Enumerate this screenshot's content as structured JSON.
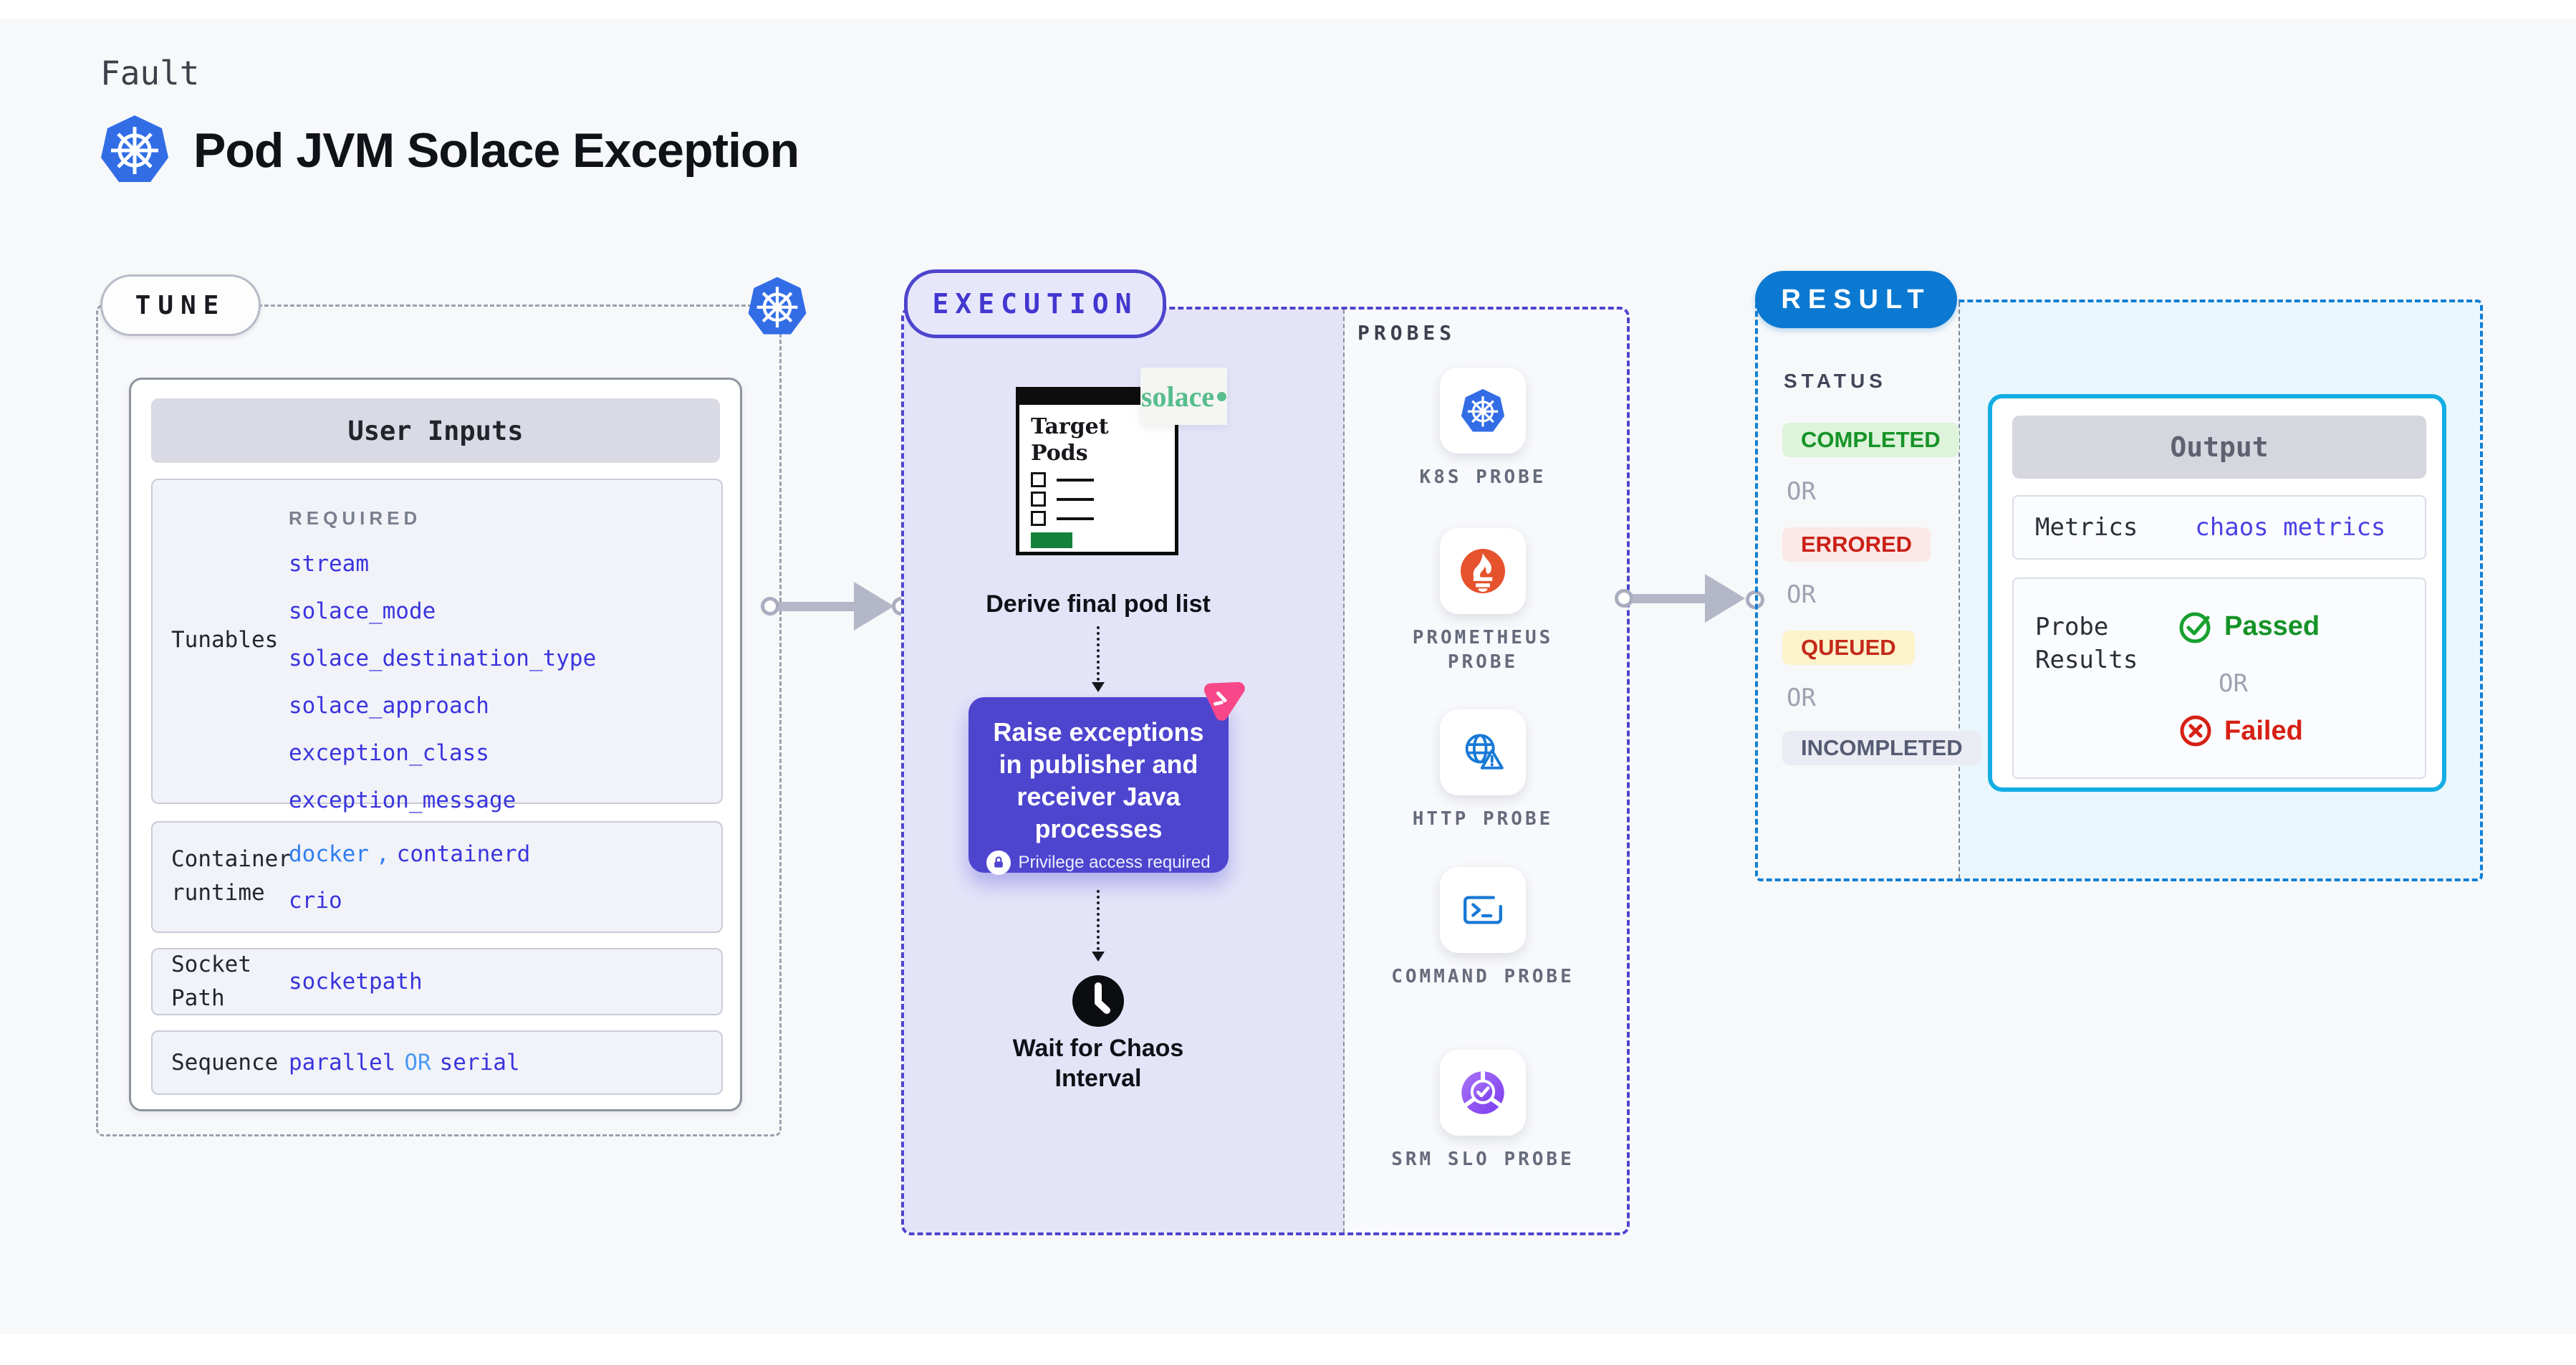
{
  "header": {
    "eyebrow": "Fault",
    "title": "Pod JVM Solace Exception"
  },
  "tune": {
    "pill": "TUNE",
    "card_title": "User Inputs",
    "tunables": {
      "label": "Tunables",
      "tag": "REQUIRED",
      "values": [
        "stream",
        "solace_mode",
        "solace_destination_type",
        "solace_approach",
        "exception_class",
        "exception_message"
      ]
    },
    "container": {
      "label": "Container runtime",
      "v1": "docker",
      "sep": ",",
      "v2": "containerd",
      "v3": "crio"
    },
    "socket": {
      "label": "Socket Path",
      "value": "socketpath"
    },
    "sequence": {
      "label": "Sequence",
      "v1": "parallel",
      "or": "OR",
      "v2": "serial"
    }
  },
  "execution": {
    "pill": "EXECUTION",
    "probes_label": "PROBES",
    "target_title": "Target Pods",
    "solace": "solace",
    "derive": "Derive final pod list",
    "action": "Raise exceptions in publisher and receiver Java processes",
    "privilege": "Privilege access required",
    "wait": "Wait for Chaos Interval",
    "probes": [
      {
        "name": "K8S PROBE",
        "icon": "kubernetes-icon"
      },
      {
        "name": "PROMETHEUS PROBE",
        "icon": "prometheus-icon"
      },
      {
        "name": "HTTP PROBE",
        "icon": "http-globe-warning-icon"
      },
      {
        "name": "COMMAND PROBE",
        "icon": "terminal-icon"
      },
      {
        "name": "SRM SLO PROBE",
        "icon": "srm-slo-check-icon"
      }
    ]
  },
  "result": {
    "pill": "RESULT",
    "status_label": "STATUS",
    "or": "OR",
    "statuses": [
      {
        "text": "COMPLETED",
        "type": "success"
      },
      {
        "text": "ERRORED",
        "type": "error"
      },
      {
        "text": "QUEUED",
        "type": "warning"
      },
      {
        "text": "INCOMPLETED",
        "type": "neutral"
      }
    ],
    "output": {
      "title": "Output",
      "metrics_label": "Metrics",
      "metrics_value": "chaos metrics",
      "probe_label": "Probe Results",
      "passed": "Passed",
      "failed": "Failed"
    }
  },
  "colors": {
    "page_bg": "#f7f8fa",
    "indigo_accent": "#4d45cd",
    "blue_accent": "#0b79d1",
    "cyan_border": "#13ade3",
    "value_indigo": "#3a34dd",
    "value_lightblue": "#2e7ef0",
    "green_pass": "#169327",
    "red_fail": "#d62014",
    "solace_green": "#56bd8c",
    "k8s_blue": "#326de6",
    "prometheus_orange": "#e6522c",
    "pink_chaos": "#f8488a",
    "lavender_bg": "#e4e4f9"
  }
}
